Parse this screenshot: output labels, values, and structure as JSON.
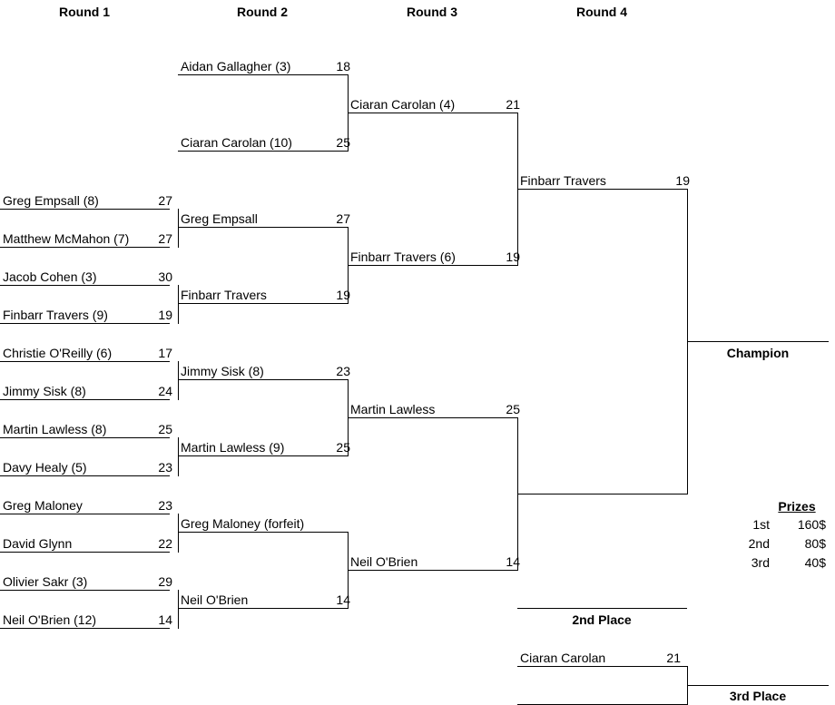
{
  "rounds": [
    "Round 1",
    "Round 2",
    "Round 3",
    "Round 4"
  ],
  "round1": [
    {
      "name": "Greg Empsall (8)",
      "score": "27"
    },
    {
      "name": "Matthew McMahon (7)",
      "score": "27"
    },
    {
      "name": "Jacob Cohen (3)",
      "score": "30"
    },
    {
      "name": "Finbarr Travers (9)",
      "score": "19"
    },
    {
      "name": "Christie O'Reilly (6)",
      "score": "17"
    },
    {
      "name": "Jimmy Sisk (8)",
      "score": "24"
    },
    {
      "name": "Martin Lawless (8)",
      "score": "25"
    },
    {
      "name": "Davy Healy (5)",
      "score": "23"
    },
    {
      "name": "Greg Maloney",
      "score": "23"
    },
    {
      "name": "David Glynn",
      "score": "22"
    },
    {
      "name": "Olivier Sakr (3)",
      "score": "29"
    },
    {
      "name": "Neil O'Brien (12)",
      "score": "14"
    }
  ],
  "round2": [
    {
      "name": "Aidan Gallagher (3)",
      "score": "18"
    },
    {
      "name": "Ciaran Carolan (10)",
      "score": "25"
    },
    {
      "name": "Greg Empsall",
      "score": "27"
    },
    {
      "name": "Finbarr Travers",
      "score": "19"
    },
    {
      "name": "Jimmy Sisk (8)",
      "score": "23"
    },
    {
      "name": "Martin Lawless (9)",
      "score": "25"
    },
    {
      "name": "Greg Maloney (forfeit)",
      "score": ""
    },
    {
      "name": "Neil O'Brien",
      "score": "14"
    }
  ],
  "round3": [
    {
      "name": "Ciaran Carolan (4)",
      "score": "21"
    },
    {
      "name": "Finbarr Travers (6)",
      "score": "19"
    },
    {
      "name": "Martin Lawless",
      "score": "25"
    },
    {
      "name": "Neil O'Brien",
      "score": "14"
    }
  ],
  "round4": [
    {
      "name": "Finbarr Travers",
      "score": "19"
    },
    {
      "name": "",
      "score": ""
    }
  ],
  "third_place_match": {
    "name": "Ciaran Carolan",
    "score": "21"
  },
  "labels": {
    "champion": "Champion",
    "second": "2nd Place",
    "third": "3rd Place"
  },
  "prizes": {
    "title": "Prizes",
    "items": [
      {
        "place": "1st",
        "amount": "160$"
      },
      {
        "place": "2nd",
        "amount": "80$"
      },
      {
        "place": "3rd",
        "amount": "40$"
      }
    ]
  }
}
